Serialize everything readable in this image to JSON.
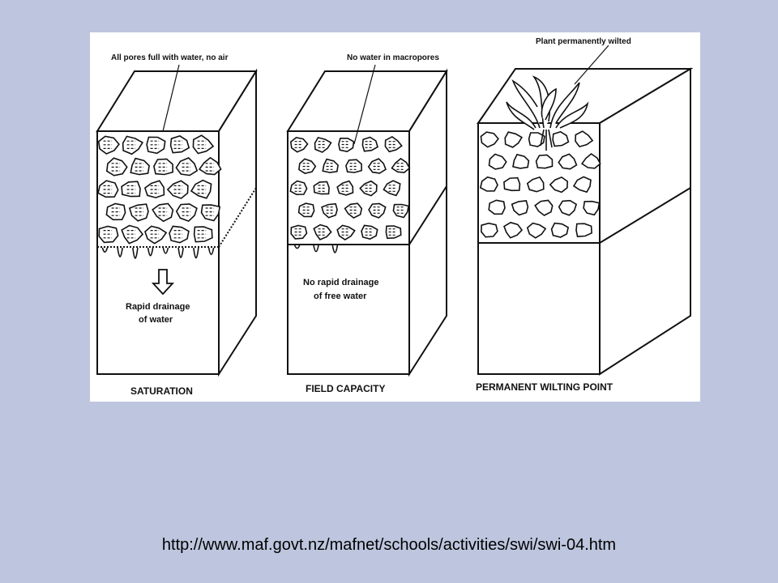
{
  "figure": {
    "annotations": {
      "saturation_pores": "All pores full with water, no air",
      "field_capacity_pores": "No water in macropores",
      "wilting_plant": "Plant permanently wilted"
    },
    "panels": [
      {
        "title": "SATURATION",
        "note_line1": "Rapid drainage",
        "note_line2": "of water"
      },
      {
        "title": "FIELD CAPACITY",
        "note_line1": "No rapid drainage",
        "note_line2": "of free water"
      },
      {
        "title": "PERMANENT WILTING POINT",
        "note_line1": "",
        "note_line2": ""
      }
    ]
  },
  "source_url": "http://www.maf.govt.nz/mafnet/schools/activities/swi/swi-04.htm"
}
